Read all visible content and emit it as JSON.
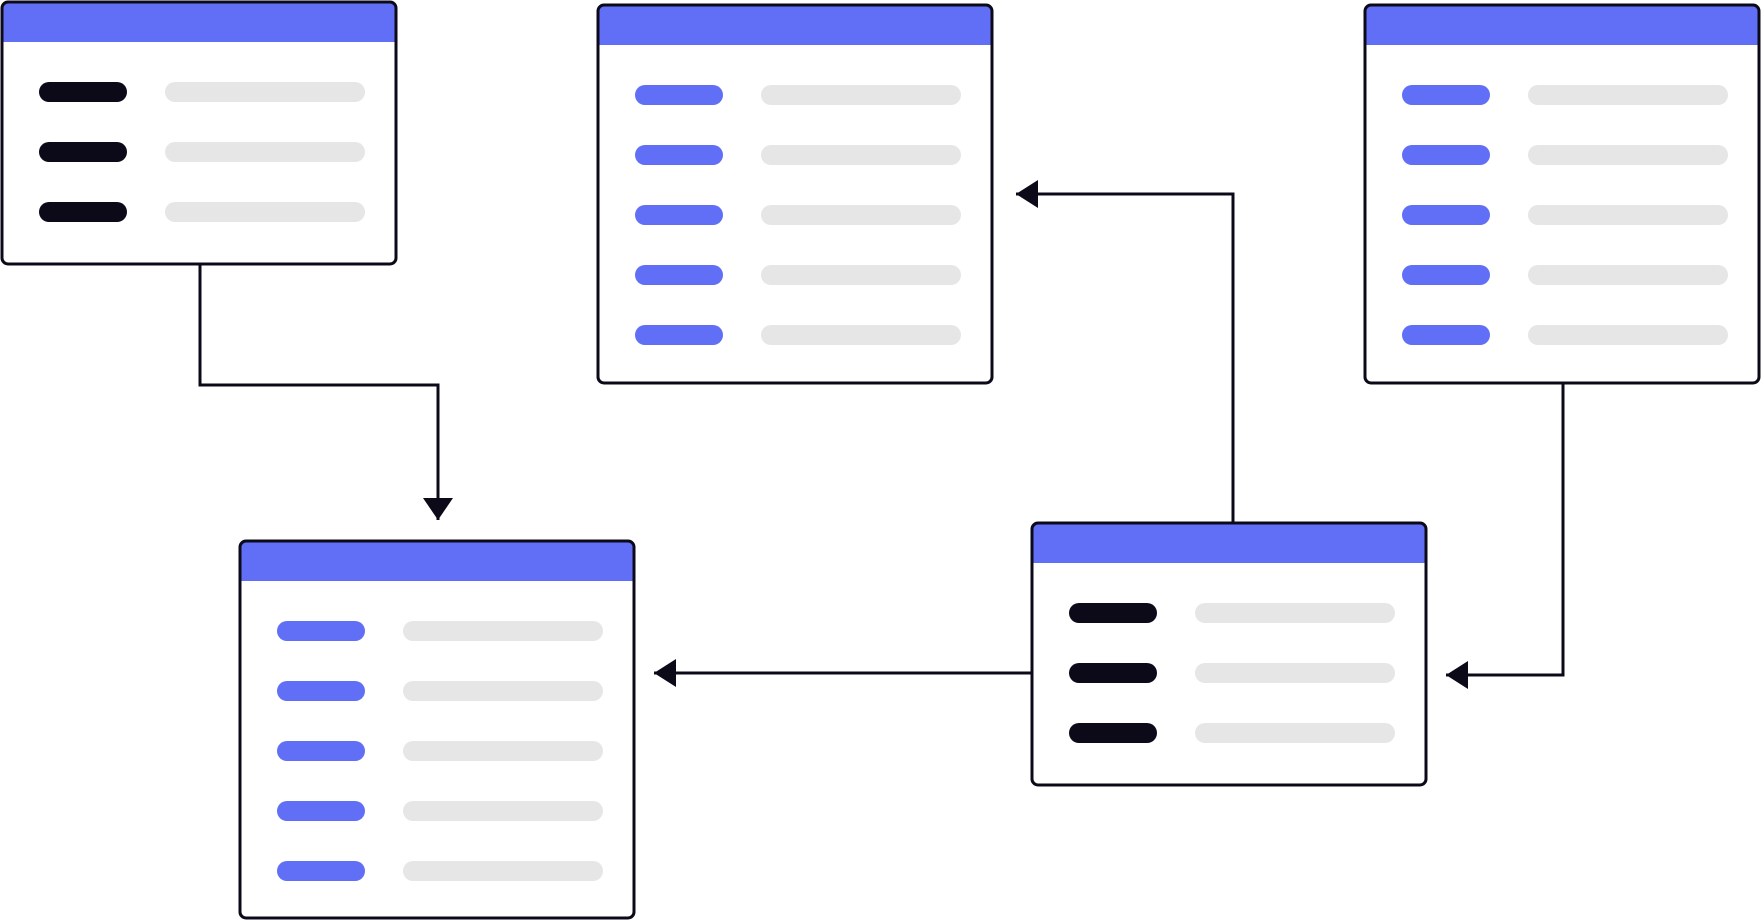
{
  "colors": {
    "header": "#616ef6",
    "key_bar_primary": "#616ef6",
    "key_bar_dark": "#0c0a18",
    "value_bar": "#e6e6e6",
    "outline": "#0c0a18",
    "background": "#ffffff"
  },
  "tables": [
    {
      "id": "table-top-left",
      "rows": 3,
      "key_style": "dark"
    },
    {
      "id": "table-top-center",
      "rows": 5,
      "key_style": "primary"
    },
    {
      "id": "table-top-right",
      "rows": 5,
      "key_style": "primary"
    },
    {
      "id": "table-bottom-left",
      "rows": 5,
      "key_style": "primary"
    },
    {
      "id": "table-bottom-right",
      "rows": 3,
      "key_style": "dark"
    }
  ],
  "relations": [
    {
      "from": "table-top-left",
      "to": "table-bottom-left"
    },
    {
      "from": "table-bottom-right",
      "to": "table-top-center"
    },
    {
      "from": "table-top-right",
      "to": "table-bottom-right"
    },
    {
      "from": "table-bottom-right",
      "to": "table-bottom-left"
    }
  ]
}
